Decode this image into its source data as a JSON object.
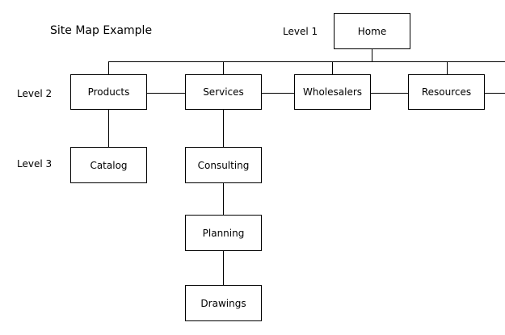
{
  "title": "Site Map Example",
  "levels": {
    "level1": "Level 1",
    "level2": "Level 2",
    "level3": "Level 3"
  },
  "nodes": {
    "home": "Home",
    "products": "Products",
    "services": "Services",
    "wholesalers": "Wholesalers",
    "resources": "Resources",
    "catalog": "Catalog",
    "consulting": "Consulting",
    "planning": "Planning",
    "drawings": "Drawings"
  },
  "colors": {
    "stroke": "#000000",
    "fill": "#ffffff"
  }
}
